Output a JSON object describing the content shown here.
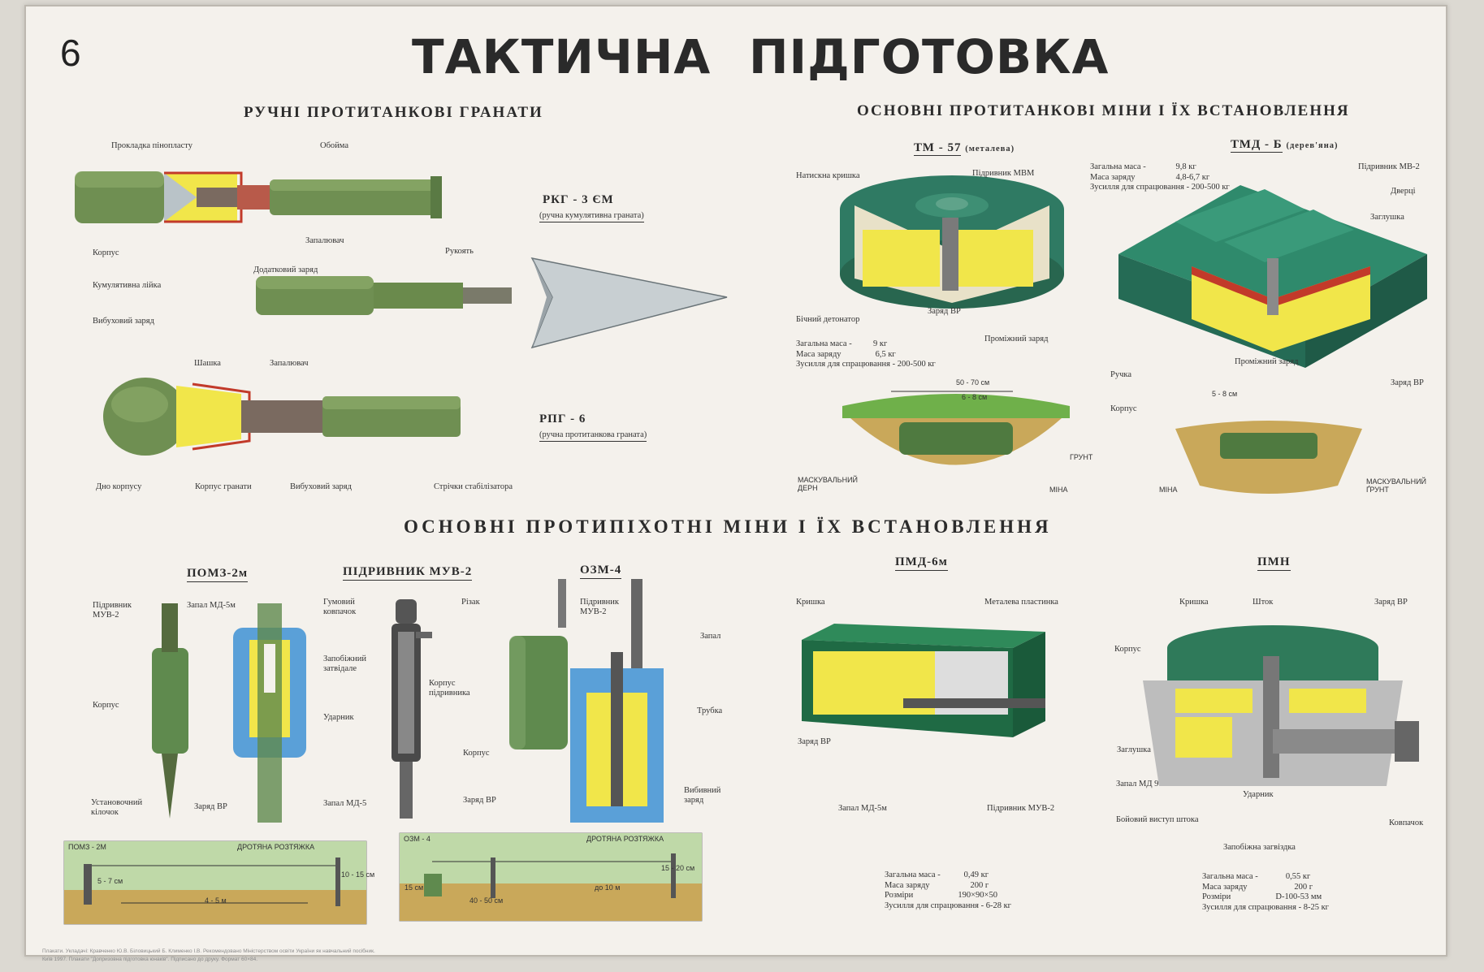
{
  "page_number": "6",
  "title_left": "ТАКТИЧНА",
  "title_right": "ПІДГОТОВКА",
  "sections": {
    "grenades": "РУЧНІ ПРОТИТАНКОВІ ГРАНАТИ",
    "at_mines": "ОСНОВНІ ПРОТИТАНКОВІ МІНИ І ЇХ ВСТАНОВЛЕННЯ",
    "ap_mines": "ОСНОВНІ ПРОТИПІХОТНІ МІНИ І ЇХ ВСТАНОВЛЕННЯ"
  },
  "rkg": {
    "name": "РКГ - 3 ЄМ",
    "desc": "(ручна кумулятивна граната)",
    "labels": [
      "Прокладка пінопласту",
      "Обойма",
      "Корпус",
      "Кумулятивна лійка",
      "Вибуховий заряд",
      "Додатковий заряд",
      "Запалювач",
      "Рукоять"
    ]
  },
  "rpg": {
    "name": "РПГ - 6",
    "desc": "(ручна протитанкова граната)",
    "labels": [
      "Шашка",
      "Запалювач",
      "Дно корпусу",
      "Корпус гранати",
      "Вибуховий заряд",
      "Стрічки стабілізатора"
    ]
  },
  "tm57": {
    "name": "ТМ - 57",
    "material": "(металева)",
    "labels": [
      "Натискна кришка",
      "Підривник МВМ",
      "Бічний детонатор",
      "Заряд ВР",
      "Проміжний заряд"
    ],
    "specs": [
      "Загальна маса -",
      "9 кг",
      "Маса заряду",
      "6,5 кг",
      "Зусилля для спрацювання - 200-500 кг"
    ],
    "install": [
      "50 - 70 см",
      "6 - 8 см",
      "ГРУНТ",
      "МАСКУВАЛЬНИЙ ДЕРН",
      "МІНА"
    ]
  },
  "tmdb": {
    "name": "ТМД - Б",
    "material": "(дерев'яна)",
    "specs": [
      "Загальна маса -",
      "9,8 кг",
      "Маса заряду",
      "4,8-6,7 кг",
      "Зусилля для спрацювання - 200-500 кг"
    ],
    "labels": [
      "Підривник МВ-2",
      "Дверці",
      "Заглушка",
      "Ручка",
      "Корпус",
      "Проміжний заряд",
      "Заряд ВР"
    ],
    "install": [
      "5 - 8 см",
      "МІНА",
      "МАСКУВАЛЬНИЙ ҐРУНТ"
    ]
  },
  "pomz": {
    "name": "ПОМЗ-2м",
    "labels": [
      "Підривник МУВ-2",
      "Запал МД-5м",
      "Корпус",
      "Установочний кілочок",
      "Заряд ВР"
    ],
    "install": [
      "ПОМЗ - 2М",
      "ДРОТЯНА РОЗТЯЖКА",
      "4 - 5 м",
      "10 - 15 см",
      "5 - 7 см"
    ]
  },
  "muv": {
    "name": "ПІДРИВНИК МУВ-2",
    "labels": [
      "Гумовий ковпачок",
      "Різак",
      "Запобіжний затвідале",
      "Корпус підривника",
      "Ударник",
      "Запал МД-5"
    ]
  },
  "ozm": {
    "name": "ОЗМ-4",
    "labels": [
      "Підривник МУВ-2",
      "Запал",
      "Трубка",
      "Корпус",
      "Заряд ВР",
      "Вибивний заряд"
    ],
    "install": [
      "ОЗМ - 4",
      "ДРОТЯНА РОЗТЯЖКА",
      "15 - 20 см",
      "до 10 м",
      "40 - 50 см",
      "15 см"
    ]
  },
  "pmd": {
    "name": "ПМД-6м",
    "labels": [
      "Кришка",
      "Металева пластинка",
      "Заряд ВР",
      "Запал МД-5м",
      "Підривник МУВ-2"
    ],
    "specs": [
      "Загальна маса -",
      "0,49 кг",
      "Маса заряду",
      "200 г",
      "Розміри",
      "190×90×50",
      "Зусилля для спрацювання - 6-28 кг"
    ]
  },
  "pmn": {
    "name": "ПМН",
    "labels": [
      "Кришка",
      "Шток",
      "Заряд ВР",
      "Корпус",
      "Заглушка",
      "Запал МД 9",
      "Ударник",
      "Бойовий виступ штока",
      "Ковпачок",
      "Запобіжна загвіздка"
    ],
    "specs": [
      "Загальна маса -",
      "0,55 кг",
      "Маса заряду",
      "200 г",
      "Розміри",
      "D-100-53 мм",
      "Зусилля для спрацювання - 8-25 кг"
    ]
  },
  "footer": [
    "Плакати. Укладачі: Кравченко Ю.В. Біловицький Б. Клименко І.В. Рекомендовано Міністерством освіти України як навчальний посібник.",
    "Київ 1997. Плакати \"Допризовна підготовка юнаків\". Підписано до друку. Формат 60×84."
  ],
  "colors": {
    "green": "#5f8a4e",
    "dark_green": "#3e6b3f",
    "teal_green": "#2f7a63",
    "yellow": "#f2e84a",
    "blue": "#5aa0d8",
    "red": "#c23a2a",
    "soil": "#c9a85a",
    "paper": "#f4f1ec"
  }
}
